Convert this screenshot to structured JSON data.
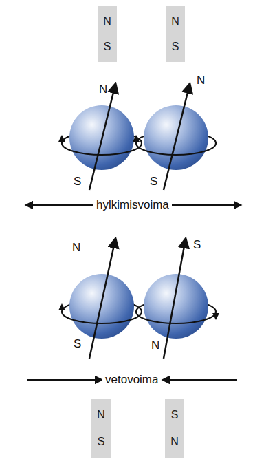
{
  "diagram": {
    "nodes": [
      {
        "text": [
          "N",
          "S"
        ]
      },
      {
        "text": [
          "N",
          "S"
        ]
      },
      {
        "text": [
          "N",
          "S"
        ]
      },
      {
        "text": [
          "S",
          "N"
        ]
      }
    ],
    "labels": [
      "N",
      "N",
      "S",
      "S",
      "hylkimisvoima",
      "N",
      "S",
      "S",
      "N",
      "vetovoima"
    ]
  }
}
